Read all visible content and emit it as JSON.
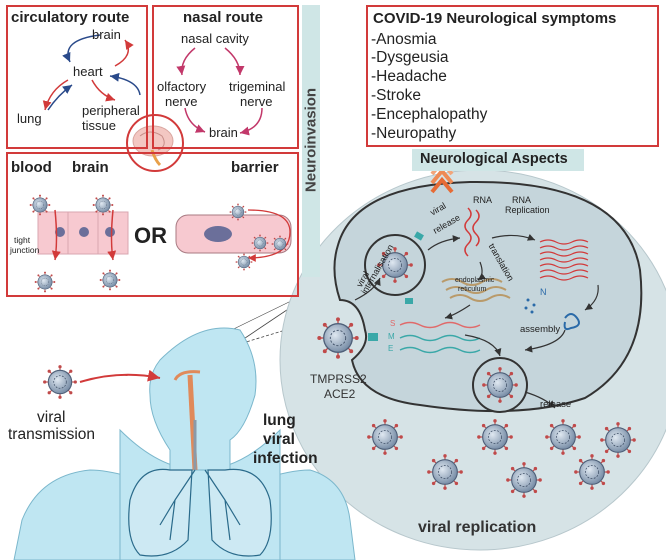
{
  "circulatory": {
    "title": "circulatory route",
    "brain": "brain",
    "heart": "heart",
    "lung": "lung",
    "peripheral": "peripheral",
    "tissue": "tissue"
  },
  "nasal": {
    "title": "nasal route",
    "cavity": "nasal cavity",
    "olfactory": "olfactory",
    "trigeminal": "trigeminal",
    "nerve1": "nerve",
    "nerve2": "nerve",
    "brain": "brain"
  },
  "bbb": {
    "w1": "blood",
    "w2": "brain",
    "w3": "barrier",
    "tight1": "tight",
    "tight2": "junction",
    "or": "OR"
  },
  "neuroinvasion": "Neuroinvasion",
  "symptoms": {
    "title": "COVID-19 Neurological symptoms",
    "items": [
      "-Anosmia",
      "-Dysgeusia",
      "-Headache",
      "-Stroke",
      "-Encephalopathy",
      "-Neuropathy"
    ]
  },
  "aspects": "Neurological Aspects",
  "cell": {
    "rna1": "RNA",
    "rna2": "RNA",
    "replication": "Replication",
    "viral_release_1": "viral",
    "viral_release_2": "release",
    "internal_1": "viral",
    "internal_2": "internalisation",
    "translation": "translation",
    "er_1": "endoplasmic",
    "er_2": "reticulum",
    "n": "N",
    "s": "S",
    "m": "M",
    "e": "E",
    "assembly": "assembly",
    "release": "release",
    "tmprss2": "TMPRSS2",
    "ace2": "ACE2"
  },
  "viral_transmission_1": "viral",
  "viral_transmission_2": "transmission",
  "lung_infection": [
    "lung",
    "viral",
    "infection"
  ],
  "viral_replication": "viral replication",
  "colors": {
    "accent_red": "#d23a3a",
    "teal_banner": "#cfe6e6",
    "body_blue": "#bfe6f2",
    "cell_grey": "#c5d5db",
    "virus_blue": "#7a8fa8"
  }
}
